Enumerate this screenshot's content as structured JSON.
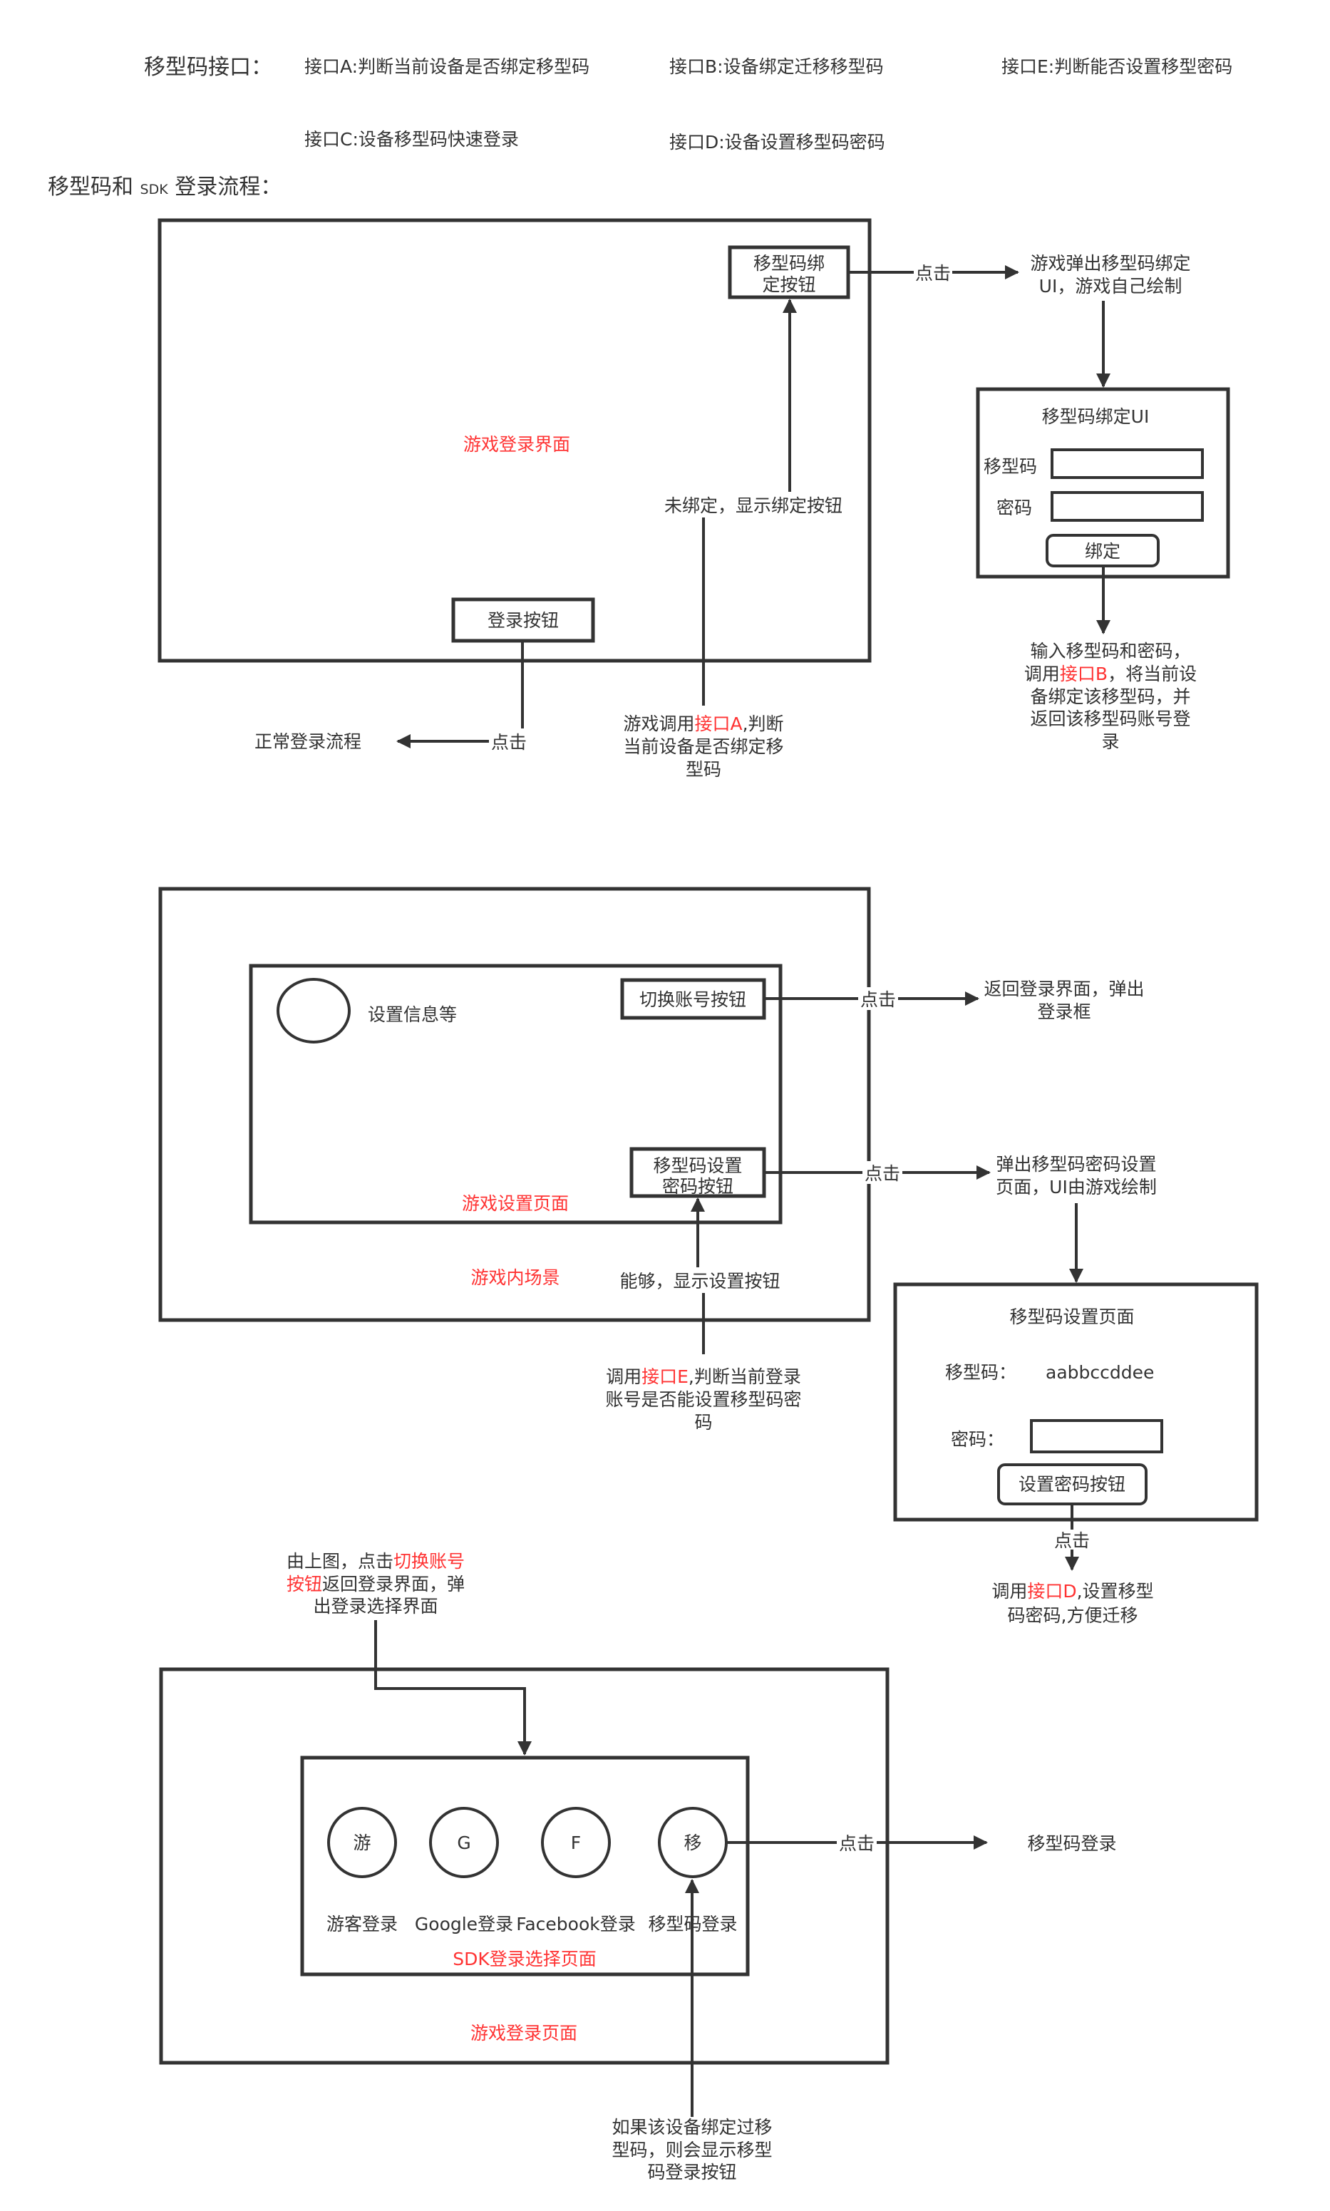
{
  "header": {
    "title": "移型码接口：",
    "interfaces": {
      "a": "接口A:判断当前设备是否绑定移型码",
      "b": "接口B:设备绑定迁移移型码",
      "e": "接口E:判断能否设置移型密码",
      "c": "接口C:设备移型码快速登录",
      "d": "接口D:设备设置移型码密码"
    },
    "subtitle_pre": "移型码和 ",
    "subtitle_sdk": "SDK",
    "subtitle_post": " 登录流程："
  },
  "colors": {
    "stroke": "#333333",
    "highlight": "#ff3333",
    "background": "#ffffff"
  },
  "section1": {
    "screen_label": "游戏登录界面",
    "bind_button_lines": [
      "移型码绑",
      "定按钮"
    ],
    "login_button": "登录按钮",
    "click": "点击",
    "popup_lines": [
      "游戏弹出移型码绑定",
      "UI，游戏自己绘制"
    ],
    "unbound_label": "未绑定，显示绑定按钮",
    "call_a": {
      "line1_pre": "游戏调用",
      "line1_hl": "接口A",
      "line1_post": ",判断",
      "line2": "当前设备是否绑定移",
      "line3": "型码"
    },
    "normal_flow": "正常登录流程",
    "bind_ui": {
      "title": "移型码绑定UI",
      "code_label": "移型码",
      "code_value": "",
      "password_label": "密码",
      "password_value": "",
      "bind_button": "绑定"
    },
    "result": {
      "line1": "输入移型码和密码，",
      "line2_pre": "调用",
      "line2_hl": "接口B",
      "line2_post": "，将当前设",
      "line3": "备绑定该移型码，并",
      "line4": "返回该移型码账号登",
      "line5": "录"
    }
  },
  "section2": {
    "scene_label": "游戏内场景",
    "settings_label": "游戏设置页面",
    "settings_info": "设置信息等",
    "switch_button": "切换账号按钮",
    "set_pw_button_lines": [
      "移型码设置",
      "密码按钮"
    ],
    "click": "点击",
    "return_lines": [
      "返回登录界面，弹出",
      "登录框"
    ],
    "popup_lines": [
      "弹出移型码密码设置",
      "页面，UI由游戏绘制"
    ],
    "able_label": "能够，显示设置按钮",
    "call_e": {
      "line1_pre": "调用",
      "line1_hl": "接口E",
      "line1_post": ",判断当前登录",
      "line2": "账号是否能设置移型码密",
      "line3": "码"
    },
    "set_page": {
      "title": "移型码设置页面",
      "code_label": "移型码：",
      "code_value": "aabbccddee",
      "password_label": "密码：",
      "password_value": "",
      "set_button": "设置密码按钮"
    },
    "call_d": {
      "line1_pre": "调用",
      "line1_hl": "接口D",
      "line1_post": ",设置移型",
      "line2": "码密码,方便迁移"
    }
  },
  "section3": {
    "intro": {
      "line1_pre": "由上图，点击",
      "line1_hl": "切换账号",
      "line2_hl": "按钮",
      "line2_post": "返回登录界面，弹",
      "line3": "出登录选择界面"
    },
    "sdk_page_label": "SDK登录选择页面",
    "login_page_label": "游戏登录页面",
    "options": [
      {
        "glyph": "游",
        "label": "游客登录",
        "icon": "guest-login-icon"
      },
      {
        "glyph": "G",
        "label": "Google登录",
        "icon": "google-login-icon"
      },
      {
        "glyph": "F",
        "label": "Facebook登录",
        "icon": "facebook-login-icon"
      },
      {
        "glyph": "移",
        "label": "移型码登录",
        "icon": "migrate-code-login-icon"
      }
    ],
    "click": "点击",
    "target": "移型码登录",
    "bound_note": [
      "如果该设备绑定过移",
      "型码，则会显示移型",
      "码登录按钮"
    ]
  }
}
